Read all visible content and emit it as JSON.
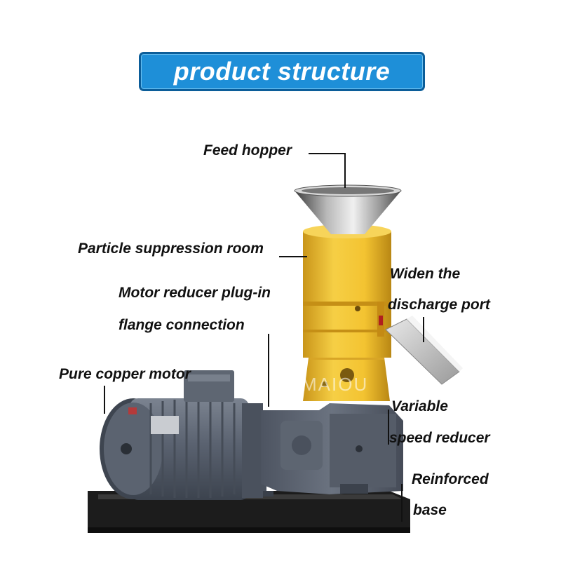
{
  "title": "product structure",
  "labels": {
    "feed_hopper": "Feed hopper",
    "particle_room": "Particle suppression room",
    "motor_reducer_line1": "Motor reducer plug-in",
    "motor_reducer_line2": "flange connection",
    "discharge_line1": "Widen the",
    "discharge_line2": "discharge port",
    "copper_motor": "Pure copper motor",
    "variable_line1": "Variable",
    "variable_line2": "speed reducer",
    "base_line1": "Reinforced",
    "base_line2": "base"
  },
  "watermark": "MAIOU",
  "colors": {
    "title_bg": "#1e8fd8",
    "body_yellow": "#f2c230",
    "motor_gray": "#5a6270",
    "base_dark": "#222222"
  }
}
